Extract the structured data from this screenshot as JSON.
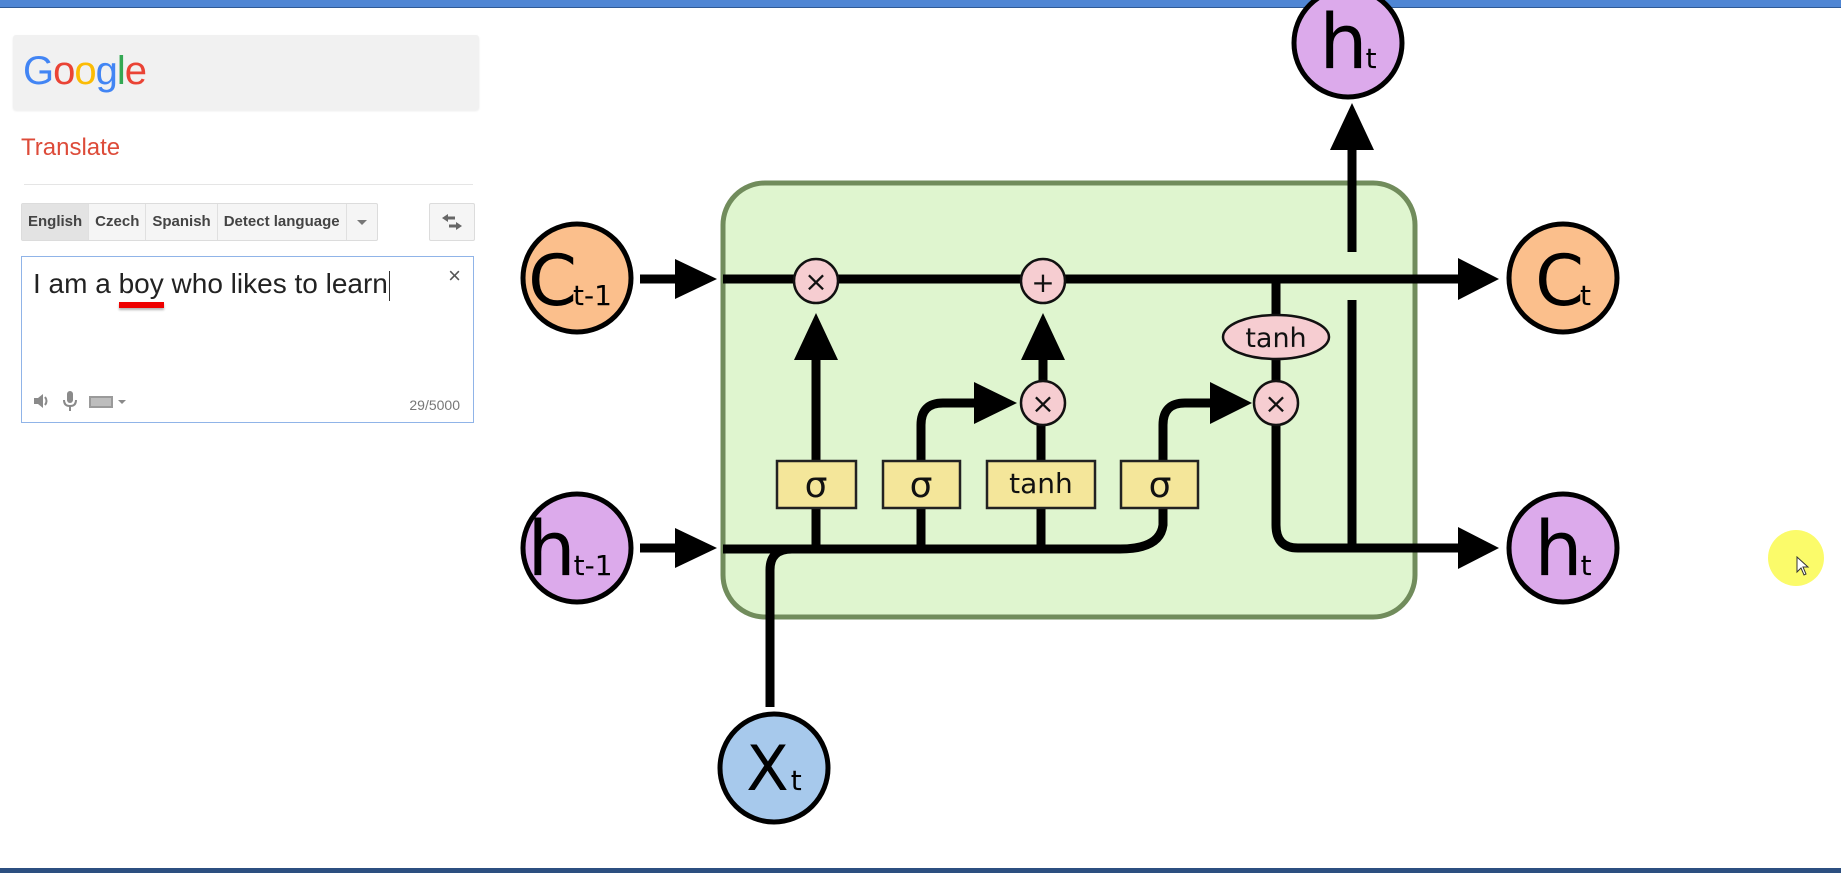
{
  "translate_panel": {
    "logo": [
      "G",
      "o",
      "o",
      "g",
      "l",
      "e"
    ],
    "logo_colors": [
      "#4285f4",
      "#ea4335",
      "#fbbc05",
      "#4285f4",
      "#34a853",
      "#ea4335"
    ],
    "title": "Translate",
    "title_color": "#dd4b39",
    "source_languages": [
      {
        "label": "English",
        "active": true
      },
      {
        "label": "Czech",
        "active": false
      },
      {
        "label": "Spanish",
        "active": false
      },
      {
        "label": "Detect language",
        "active": false
      }
    ],
    "more_languages_icon": "chevron-down-icon",
    "swap_icon": "swap-arrows-icon",
    "input": {
      "before": "I am a ",
      "misspelled": "boy",
      "after": " who likes to learn",
      "spellcheck_color": "#ee0000"
    },
    "clear_label": "×",
    "tools": [
      "speaker-icon",
      "microphone-icon",
      "keyboard-icon"
    ],
    "char_count": "29/5000"
  },
  "lstm": {
    "inputs": {
      "cell_prev": {
        "main": "C",
        "sub": "t-1"
      },
      "hidden_prev": {
        "main": "h",
        "sub": "t-1"
      },
      "x": {
        "main": "X",
        "sub": "t"
      }
    },
    "outputs": {
      "cell": {
        "main": "C",
        "sub": "t"
      },
      "hidden_right": {
        "main": "h",
        "sub": "t"
      },
      "hidden_top": {
        "main": "h",
        "sub": "t"
      }
    },
    "pointwise_ops": {
      "forget_mult": "×",
      "cell_add": "+",
      "input_mult": "×",
      "output_mult": "×",
      "cell_tanh": "tanh"
    },
    "gates": [
      "σ",
      "σ",
      "tanh",
      "σ"
    ],
    "colors": {
      "cell_state": "#fbbf8c",
      "hidden_state": "#dcaaeb",
      "input": "#a7c9ec",
      "block_fill": "#dff5cf",
      "block_stroke": "#718c5c",
      "gate_fill": "#f4e69a",
      "op_fill": "#f6cdd1"
    }
  },
  "cursor_highlight_color": "#fbfb5a"
}
